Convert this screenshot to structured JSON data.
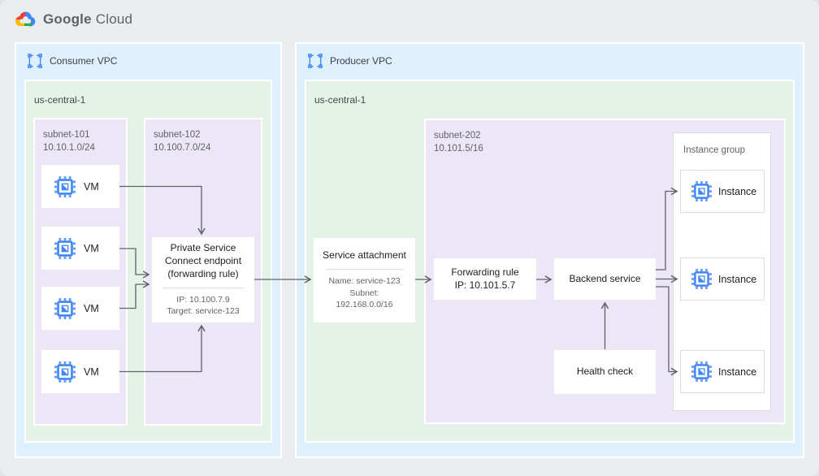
{
  "logo": {
    "google": "Google",
    "cloud": "Cloud"
  },
  "colors": {
    "page_bg": "#e9edf0",
    "vpc_bg": "#def0fb",
    "region_bg": "#e4f2e8",
    "subnet_bg": "#ece6f7",
    "accent_blue": "#4285f4",
    "accent_blue_light": "#669df6",
    "arrow": "#5f6368",
    "google_red": "#EA4335",
    "google_yellow": "#FBBC04",
    "google_green": "#34A853",
    "google_blue": "#4285F4"
  },
  "consumer_vpc": {
    "label": "Consumer VPC",
    "region": {
      "label": "us-central-1",
      "subnet101": {
        "name": "subnet-101",
        "cidr": "10.10.1.0/24",
        "vms": [
          "VM",
          "VM",
          "VM",
          "VM"
        ]
      },
      "subnet102": {
        "name": "subnet-102",
        "cidr": "10.100.7.0/24",
        "psc": {
          "title": "Private Service Connect endpoint (forwarding rule)",
          "details": [
            "IP: 10.100.7.9",
            "Target: service-123"
          ]
        }
      }
    }
  },
  "producer_vpc": {
    "label": "Producer VPC",
    "region": {
      "label": "us-central-1",
      "service_attachment": {
        "title": "Service attachment",
        "details": [
          "Name: service-123",
          "Subnet:",
          "192.168.0.0/16"
        ]
      },
      "subnet202": {
        "name": "subnet-202",
        "cidr": "10.101.5/16",
        "forwarding_rule": {
          "line1": "Forwarding rule",
          "line2": "IP: 10.101.5.7"
        },
        "backend_service": "Backend service",
        "health_check": "Health check",
        "instance_group": {
          "label": "Instance group",
          "instances": [
            "Instance",
            "Instance",
            "Instance"
          ]
        }
      }
    }
  }
}
